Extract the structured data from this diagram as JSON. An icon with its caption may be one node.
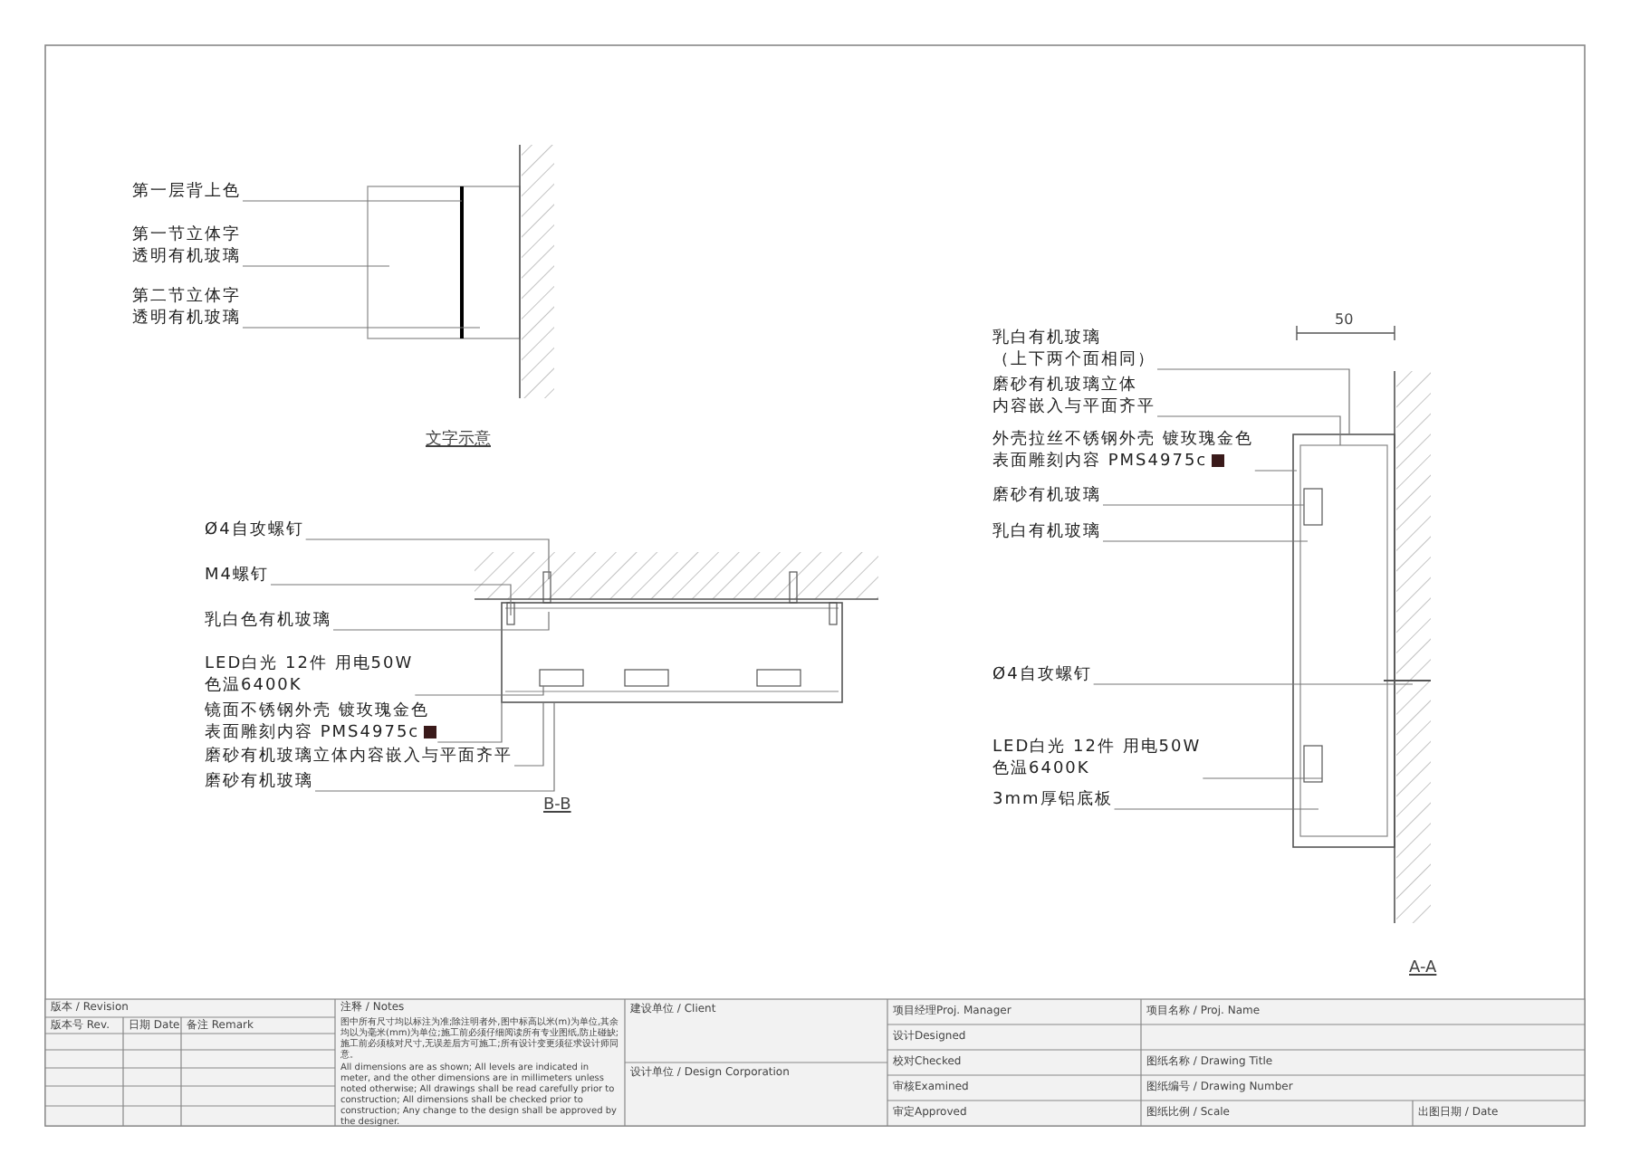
{
  "diagram": {
    "nodes": [
      {
        "text": [
          "第一层背上色"
        ]
      },
      {
        "text": [
          "第一节立体字透明有机玻璃"
        ]
      },
      {
        "text": [
          "第二节立体字透明有机玻璃"
        ]
      },
      {
        "text": [
          "Ø4自攻螺钉"
        ]
      },
      {
        "text": [
          "M4螺钉"
        ]
      },
      {
        "text": [
          "乳白色有机玻璃"
        ]
      },
      {
        "text": [
          "LED白光 12件 用电50W色温6400K"
        ]
      },
      {
        "text": [
          "镜面不锈钢外壳 镀玫瑰金色表面雕刻内容 PMS4975c"
        ]
      },
      {
        "text": [
          "磨砂有机玻璃立体内容嵌入与平面齐平"
        ]
      },
      {
        "text": [
          "磨砂有机玻璃"
        ]
      },
      {
        "text": [
          "乳白有机玻璃（上下两个面相同）"
        ]
      },
      {
        "text": [
          "磨砂有机玻璃立体内容嵌入与平面齐平"
        ]
      },
      {
        "text": [
          "外壳拉丝不锈钢外壳 镀玫瑰金色表面雕刻内容 PMS4975c"
        ]
      },
      {
        "text": [
          "磨砂有机玻璃"
        ]
      },
      {
        "text": [
          "乳白有机玻璃"
        ]
      },
      {
        "text": [
          "Ø4自攻螺钉"
        ]
      },
      {
        "text": [
          "LED白光 12件 用电50W色温6400K"
        ]
      },
      {
        "text": [
          "3mm厚铝底板"
        ]
      },
      {
        "text": [],
        "shape": "picture"
      },
      {
        "text": [],
        "shape": "picture"
      },
      {
        "text": [],
        "shape": "picture"
      }
    ],
    "edges": [
      {
        "from": 0,
        "to": 18,
        "arrow": "none"
      },
      {
        "from": 1,
        "to": 18,
        "arrow": "none"
      },
      {
        "from": 2,
        "to": 18,
        "arrow": "none"
      },
      {
        "from": 3,
        "to": 19,
        "arrow": "none"
      },
      {
        "from": 4,
        "to": 19,
        "arrow": "none"
      },
      {
        "from": 5,
        "to": 19,
        "arrow": "none"
      },
      {
        "from": 6,
        "to": 19,
        "arrow": "none"
      },
      {
        "from": 7,
        "to": 19,
        "arrow": "none"
      },
      {
        "from": 8,
        "to": 19,
        "arrow": "none"
      },
      {
        "from": 9,
        "to": 19,
        "arrow": "none"
      },
      {
        "from": 10,
        "to": 20,
        "arrow": "none"
      },
      {
        "from": 11,
        "to": 20,
        "arrow": "none"
      },
      {
        "from": 12,
        "to": 20,
        "arrow": "none"
      },
      {
        "from": 13,
        "to": 20,
        "arrow": "none"
      },
      {
        "from": 14,
        "to": 20,
        "arrow": "none"
      },
      {
        "from": 15,
        "to": 20,
        "arrow": "none"
      },
      {
        "from": 16,
        "to": 20,
        "arrow": "none"
      },
      {
        "from": 17,
        "to": 20,
        "arrow": "none"
      }
    ],
    "labels": [
      "文字示意",
      "B-B",
      "50",
      "A-A",
      "版本 / Revision",
      "版本号 Rev.",
      "日期 Date",
      "备注 Remark",
      "注释 / Notes",
      "图中所有尺寸均以标注为准;除注明者外,图中标高以米(m)为单位,其余均以为毫米(mm)为单位;施工前必须仔细阅读所有专业图纸,防止碰缺;施工前必须核对尺寸,无误差后方可施工;所有设计变更须征求设计师同意。",
      "All dimensions are as shown; All levels are indicated in meter, and the other dimensions are in millimeters unless noted otherwise; All drawings shall be read carefully prior to construction; All dimensions shall be checked prior to construction; Any change to the design shall be approved by the designer.",
      "建设单位 / Client",
      "设计单位 / Design Corporation",
      "项目经理Proj. Manager",
      "设计Designed",
      "校对Checked",
      "审核Examined",
      "审定Approved",
      "项目名称 / Proj. Name",
      "图纸名称 / Drawing Title",
      "图纸编号 / Drawing Number",
      "图纸比例 / Scale",
      "出图日期 / Date"
    ]
  }
}
